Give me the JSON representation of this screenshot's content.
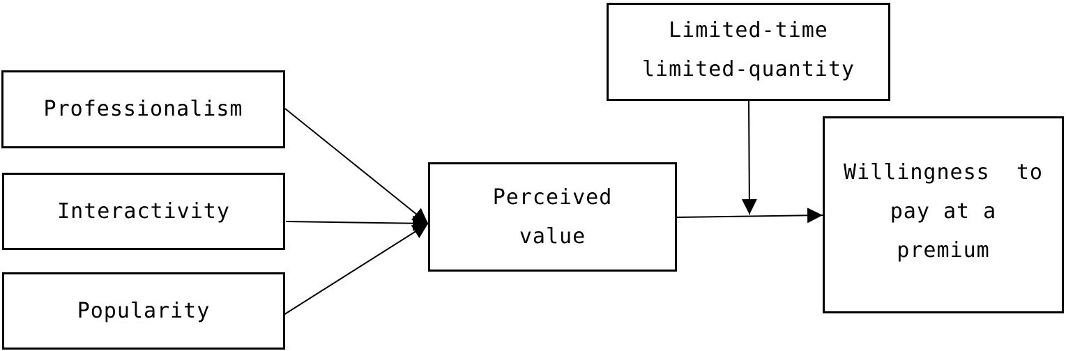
{
  "nodes": {
    "professionalism": {
      "lines": [
        "Professionalism"
      ]
    },
    "interactivity": {
      "lines": [
        "Interactivity"
      ]
    },
    "popularity": {
      "lines": [
        "Popularity"
      ]
    },
    "perceived_value": {
      "lines": [
        "Perceived",
        "value"
      ]
    },
    "moderator": {
      "lines": [
        "Limited-time",
        "limited-quantity"
      ]
    },
    "outcome": {
      "lines": [
        "Willingness  to",
        "pay at a",
        "premium"
      ]
    }
  },
  "edges": [
    {
      "from": "professionalism",
      "to": "perceived_value"
    },
    {
      "from": "interactivity",
      "to": "perceived_value"
    },
    {
      "from": "popularity",
      "to": "perceived_value"
    },
    {
      "from": "perceived_value",
      "to": "outcome"
    },
    {
      "from": "moderator",
      "to": "perceived_value->outcome"
    }
  ],
  "colors": {
    "stroke": "#000000",
    "background": "#ffffff"
  }
}
